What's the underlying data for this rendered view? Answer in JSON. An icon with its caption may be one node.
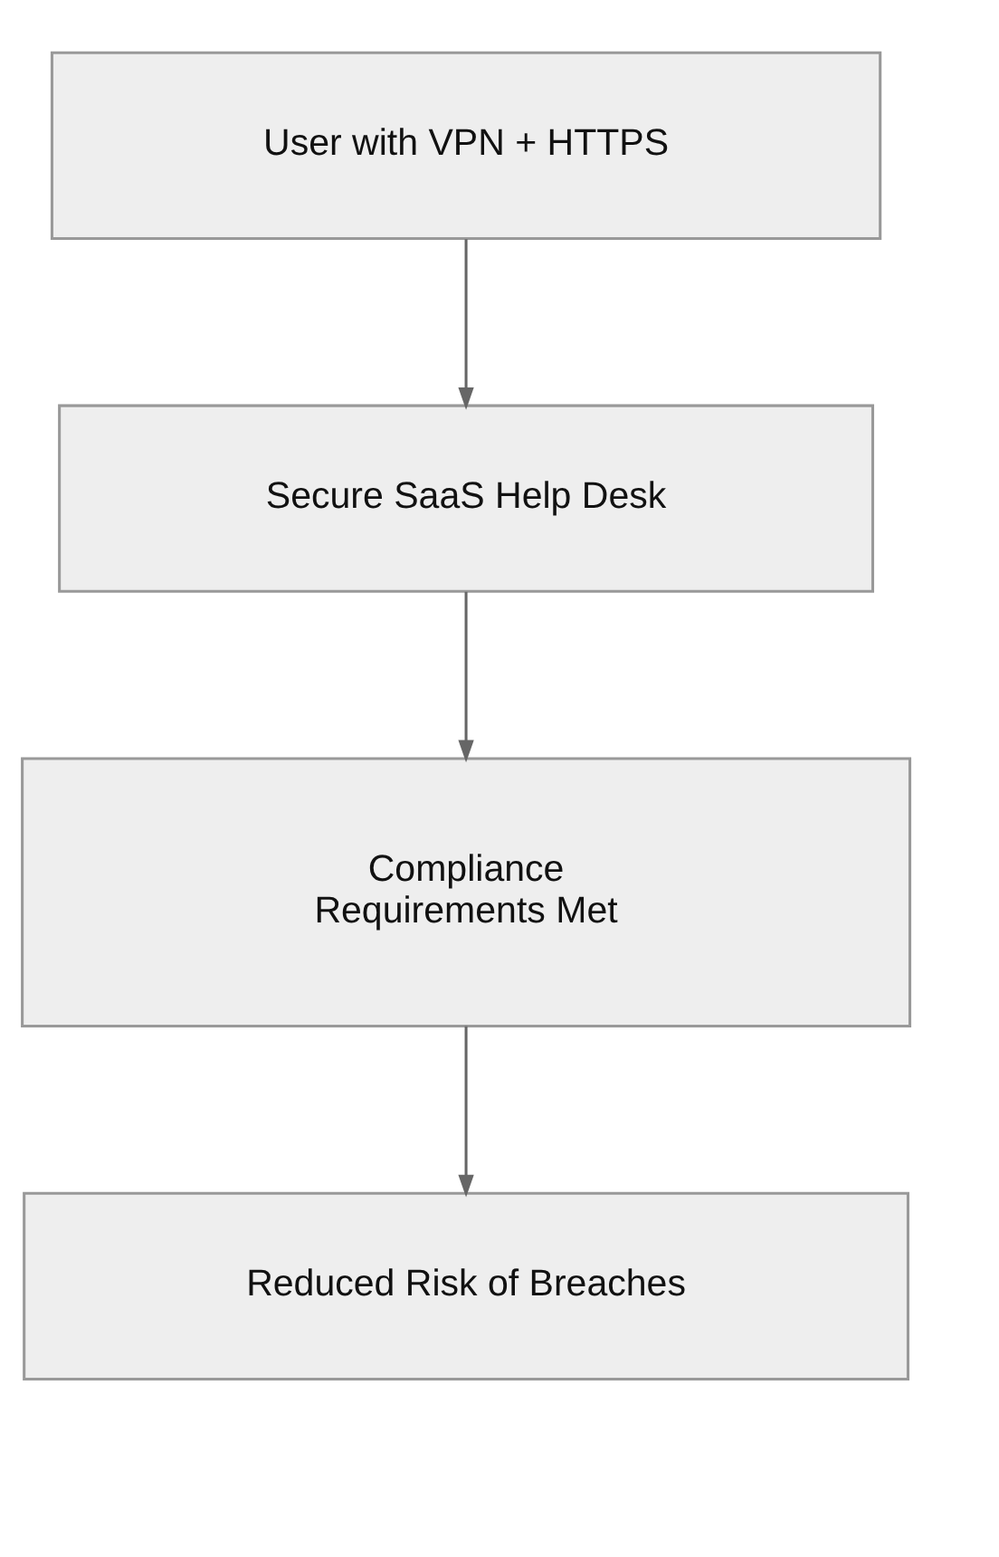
{
  "diagram": {
    "nodes": [
      {
        "text": [
          "User with VPN + HTTPS"
        ]
      },
      {
        "text": [
          "Secure SaaS Help Desk"
        ]
      },
      {
        "text": [
          "Compliance Requirements Met"
        ]
      },
      {
        "text": [
          "Reduced Risk of Breaches"
        ]
      }
    ],
    "edges": [
      {
        "from": 0,
        "to": 1,
        "arrow": "to"
      },
      {
        "from": 1,
        "to": 2,
        "arrow": "to"
      },
      {
        "from": 2,
        "to": 3,
        "arrow": "to"
      }
    ]
  }
}
